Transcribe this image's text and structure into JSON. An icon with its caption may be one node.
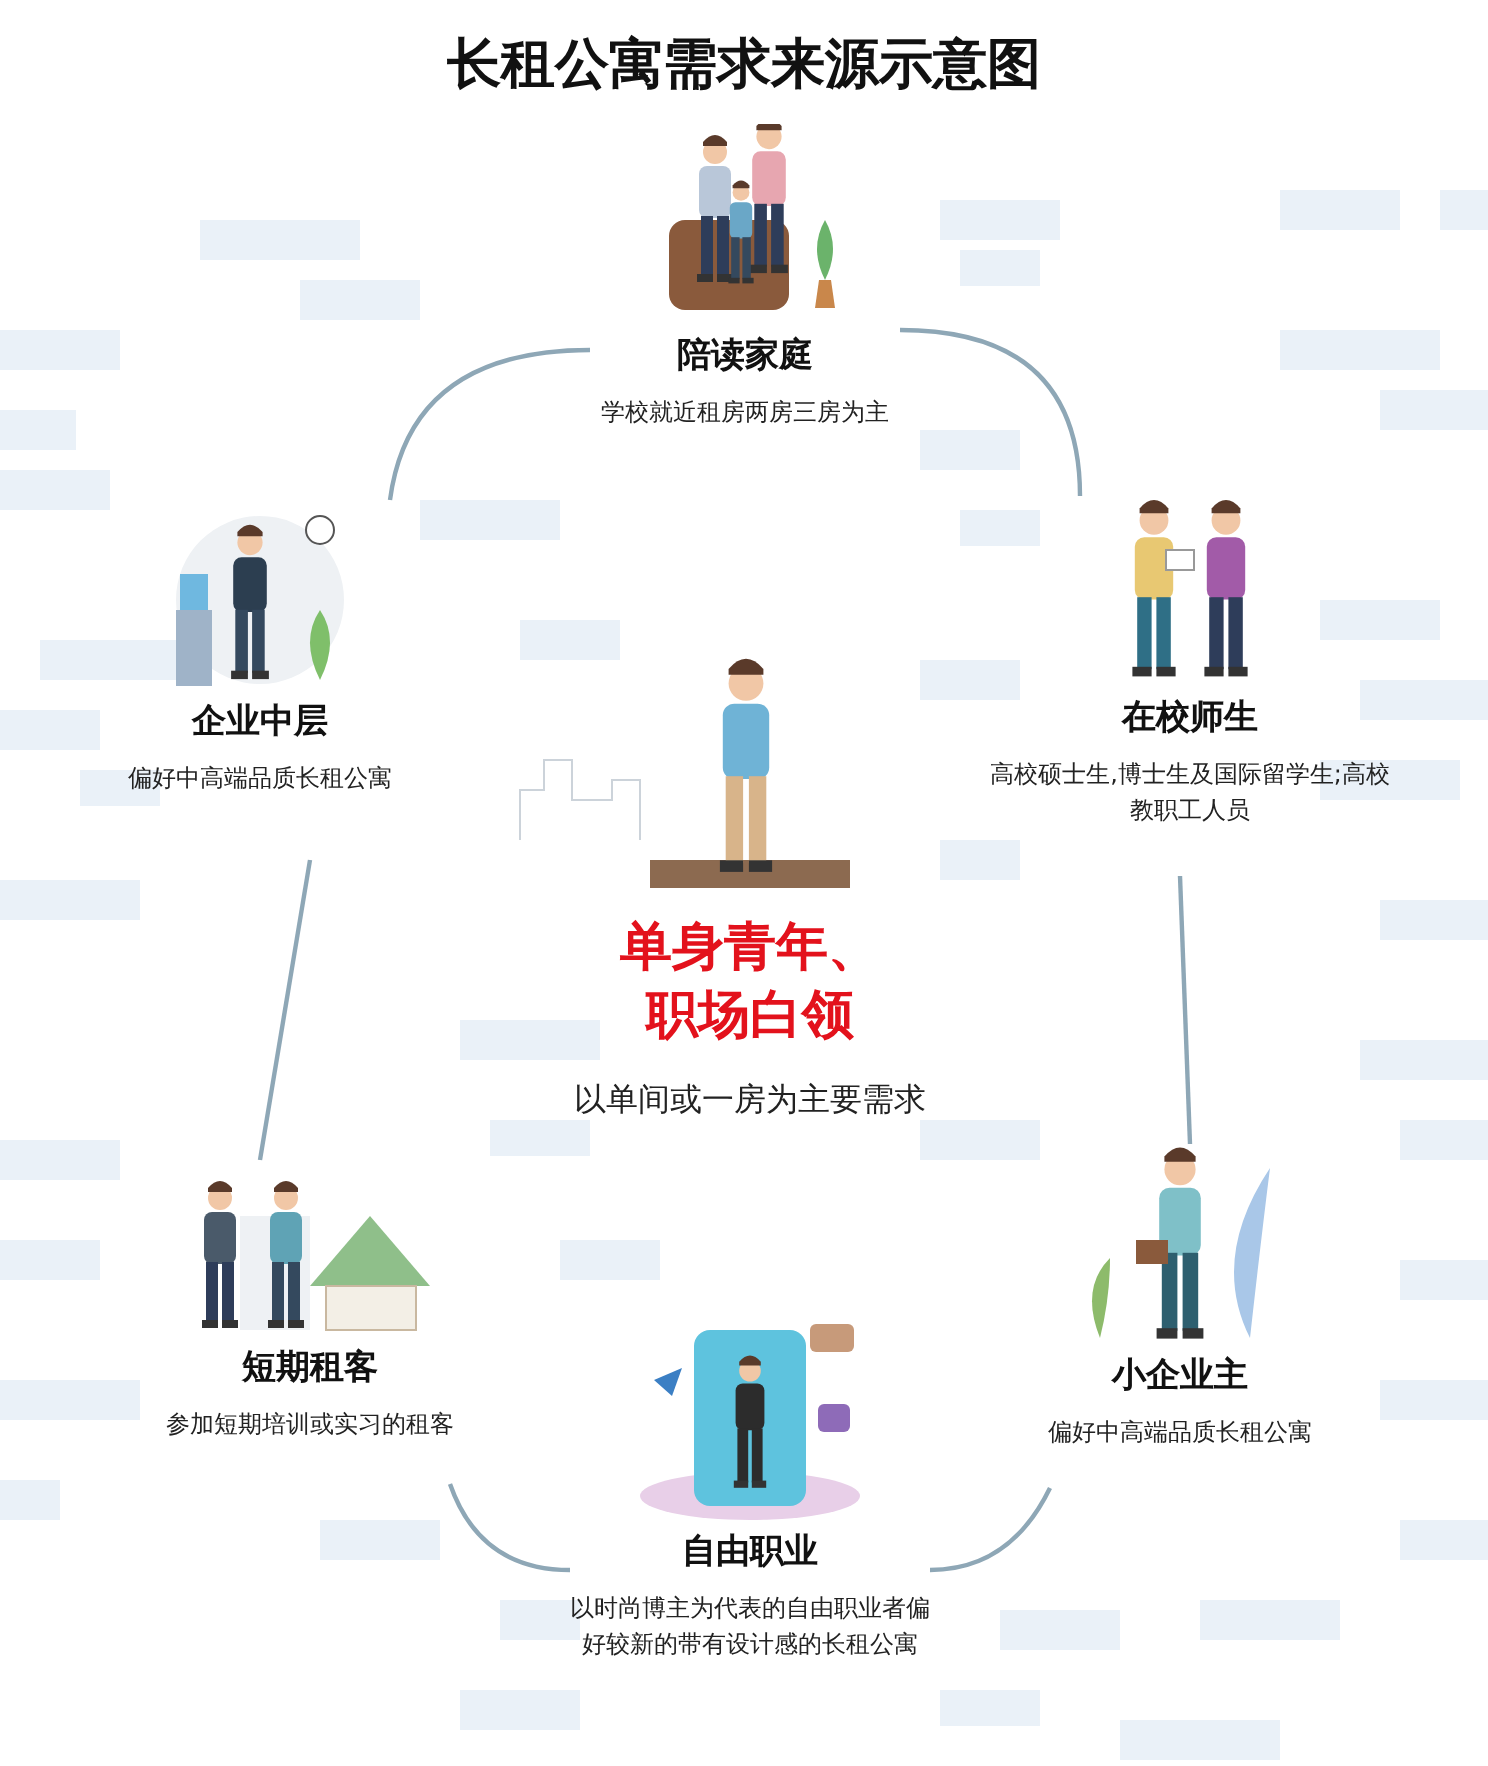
{
  "diagram": {
    "title": "长租公寓需求来源示意图",
    "nodes": [
      {
        "text": [
          "陪读家庭",
          "学校就近租房两房三房为主"
        ]
      },
      {
        "text": [
          "企业中层",
          "偏好中高端品质长租公寓"
        ]
      },
      {
        "text": [
          "在校师生",
          "高校硕士生,博士生及国际留学生;高校教职工人员"
        ]
      },
      {
        "text": [
          "单身青年、职场白领",
          "以单间或一房为主要需求"
        ]
      },
      {
        "text": [
          "短期租客",
          "参加短期培训或实习的租客"
        ]
      },
      {
        "text": [
          "小企业主",
          "偏好中高端品质长租公寓"
        ]
      },
      {
        "text": [
          "自由职业",
          "以时尚博主为代表的自由职业者偏好较新的带有设计感的长租公寓"
        ]
      }
    ],
    "edges": [
      {
        "from": 0,
        "to": 2,
        "arrow": "none"
      },
      {
        "from": 2,
        "to": 5,
        "arrow": "none"
      },
      {
        "from": 5,
        "to": 6,
        "arrow": "none"
      },
      {
        "from": 6,
        "to": 4,
        "arrow": "none"
      },
      {
        "from": 4,
        "to": 1,
        "arrow": "none"
      },
      {
        "from": 1,
        "to": 0,
        "arrow": "none"
      }
    ]
  }
}
